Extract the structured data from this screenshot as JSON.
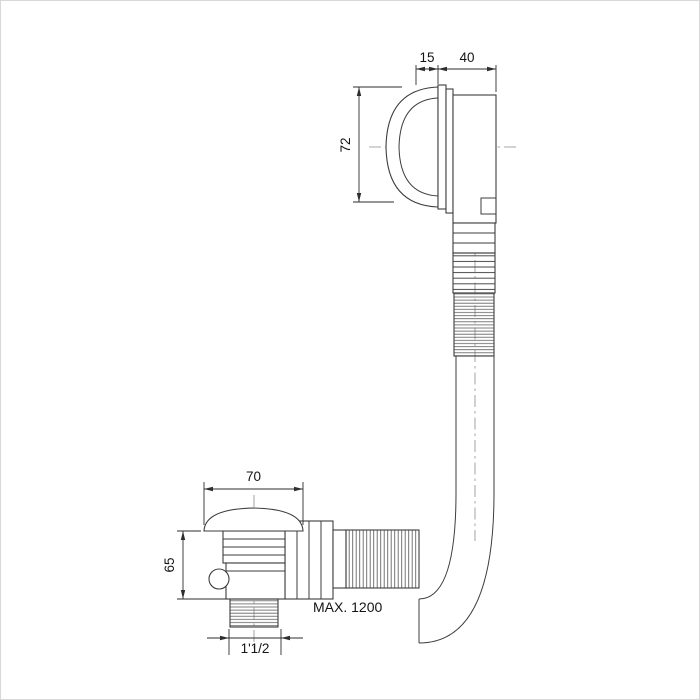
{
  "drawing": {
    "description": "technical line drawing of a bath waste overflow fitting with flexible hose and drain assembly",
    "colors": {
      "line": "#3d3d3d",
      "dimension": "#2e2e2e",
      "centerline": "#8c8c8c",
      "background": "#ffffff",
      "frame_border": "#d8d8d8"
    },
    "labels": {
      "dim15": "15",
      "dim40": "40",
      "dim72": "72",
      "dim70": "70",
      "dim65": "65",
      "thread_size": "1'1/2",
      "max_length": "MAX. 1200"
    }
  }
}
